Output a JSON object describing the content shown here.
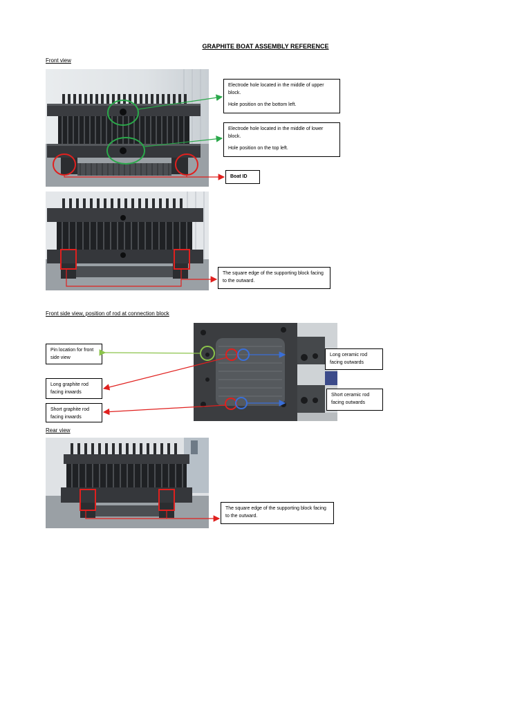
{
  "document": {
    "title": "GRAPHITE BOAT ASSEMBLY REFERENCE"
  },
  "sections": {
    "front_view": "Front view",
    "front_side_view": "Front side view, position of rod at connection block",
    "rear_view": "Rear view"
  },
  "callouts": {
    "upper_electrode": {
      "line1": "Electrode hole located in the middle of upper block.",
      "line2": "Hole position on the bottom left."
    },
    "lower_electrode": {
      "line1": "Electrode hole located in the middle of lower block.",
      "line2": "Hole position on the top left."
    },
    "boat_id": "Boat ID",
    "square_edge_front": "The square edge of the supporting block facing to the outward.",
    "pin_location": "Pin location for front side view",
    "long_graphite_rod": "Long graphite rod facing inwards",
    "short_graphite_rod": "Short graphite rod facing inwards",
    "long_ceramic_rod": "Long ceramic rod facing outwards",
    "short_ceramic_rod": "Short ceramic rod facing outwards",
    "square_edge_rear": "The square edge of the supporting block facing to the outward."
  },
  "colors": {
    "green_marker": "#2aa84a",
    "red_marker": "#e0201e",
    "blue_marker": "#3a6fd8",
    "light_green_arrow": "#8bc34a"
  }
}
